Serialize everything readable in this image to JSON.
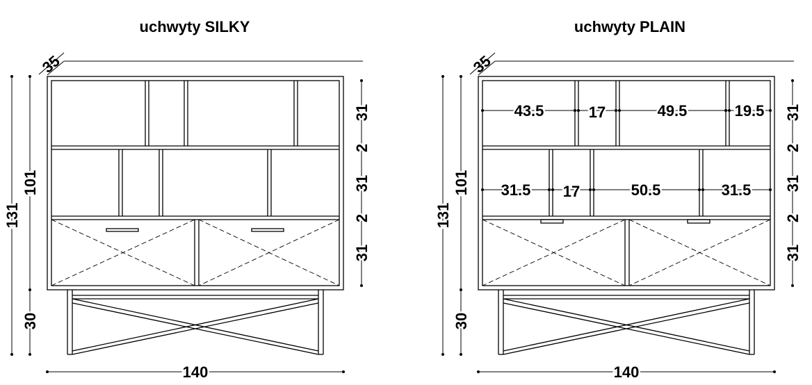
{
  "titles": {
    "left": "uchwyty SILKY",
    "right": "uchwyty PLAIN"
  },
  "dimensions": {
    "depth": "35",
    "total_height": "131",
    "cabinet_height": "101",
    "leg_height": "30",
    "total_width": "140",
    "right_side": [
      "31",
      "2",
      "31",
      "2",
      "31"
    ]
  },
  "compartments": {
    "top_row": [
      "43.5",
      "17",
      "49.5",
      "19.5"
    ],
    "middle_row": [
      "31.5",
      "17",
      "50.5",
      "31.5"
    ]
  }
}
